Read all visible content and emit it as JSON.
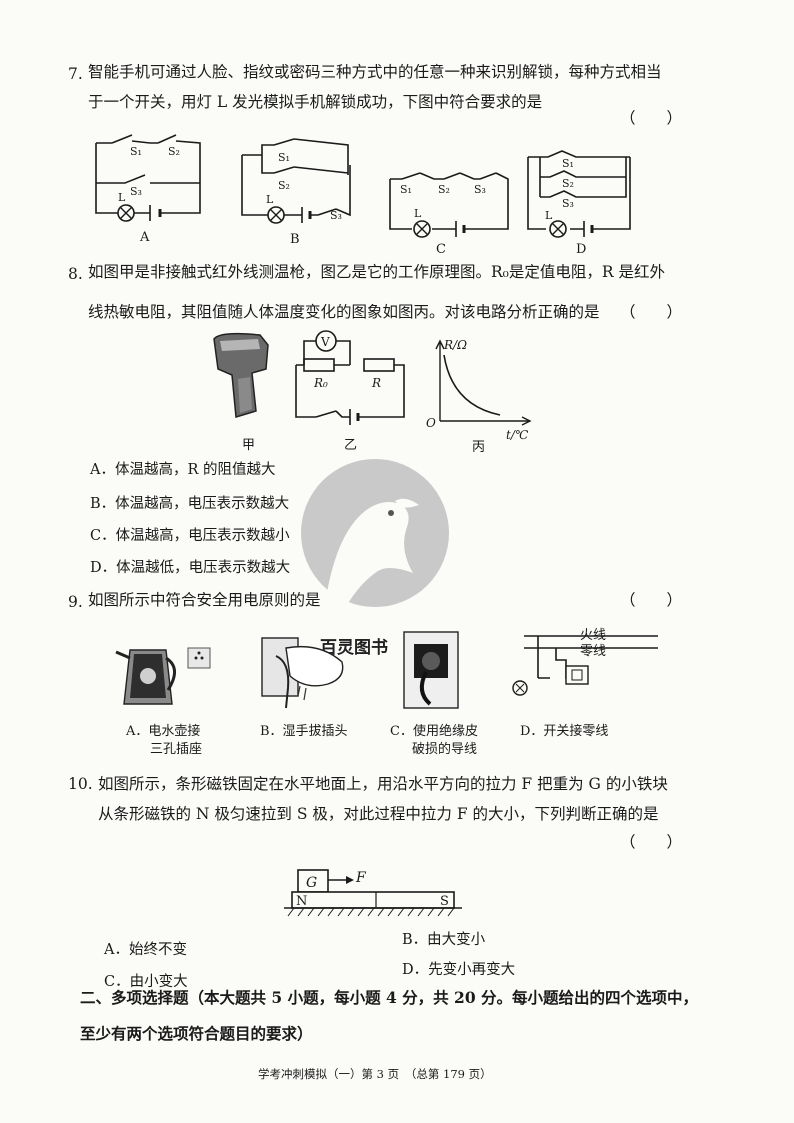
{
  "q7": {
    "number": "7.",
    "line1": "智能手机可通过人脸、指纹或密码三种方式中的任意一种来识别解锁，每种方式相当",
    "line2": "于一个开关，用灯 L 发光模拟手机解锁成功，下图中符合要求的是",
    "paren": "（　　）",
    "options": [
      "A",
      "B",
      "C",
      "D"
    ],
    "components": {
      "s1": "S₁",
      "s2": "S₂",
      "s3": "S₃",
      "lamp": "L"
    }
  },
  "q8": {
    "number": "8.",
    "line1": "如图甲是非接触式红外线测温枪，图乙是它的工作原理图。R₀是定值电阻，R 是红外",
    "line2": "线热敏电阻，其阻值随人体温度变化的图象如图丙。对该电路分析正确的是",
    "paren": "（　　）",
    "fig_captions": [
      "甲",
      "乙",
      "丙"
    ],
    "circuit": {
      "meter": "V",
      "r0": "R₀",
      "r": "R"
    },
    "graph": {
      "ylabel": "R/Ω",
      "xlabel": "t/℃",
      "origin": "O"
    },
    "options": [
      "A．体温越高，R 的阻值越大",
      "B．体温越高，电压表示数越大",
      "C．体温越高，电压表示数越小",
      "D．体温越低，电压表示数越大"
    ]
  },
  "q9": {
    "number": "9.",
    "text": "如图所示中符合安全用电原则的是",
    "paren": "（　　）",
    "opt_a": [
      "A．电水壶接",
      "三孔插座"
    ],
    "opt_b": "B．湿手拔插头",
    "opt_c": [
      "C．使用绝缘皮",
      "破损的导线"
    ],
    "opt_d": "D．开关接零线",
    "live": "火线",
    "neutral": "零线"
  },
  "watermark": {
    "text": "百灵图书"
  },
  "q10": {
    "number": "10.",
    "line1": "如图所示，条形磁铁固定在水平地面上，用沿水平方向的拉力 F 把重为 G 的小铁块",
    "line2": "从条形磁铁的 N 极匀速拉到 S 极，对此过程中拉力 F 的大小，下列判断正确的是",
    "paren": "（　　）",
    "fig": {
      "block": "G",
      "force": "F",
      "north": "N",
      "south": "S"
    },
    "options": [
      "A．始终不变",
      "B．由大变小",
      "C．由小变大",
      "D．先变小再变大"
    ]
  },
  "section2": {
    "line1": "二、多项选择题（本大题共 5 小题，每小题 4 分，共 20 分。每小题给出的四个选项中，",
    "line2": "至少有两个选项符合题目的要求）"
  },
  "footer": "学考冲刺模拟（一）第 3 页　（总第 179 页）"
}
